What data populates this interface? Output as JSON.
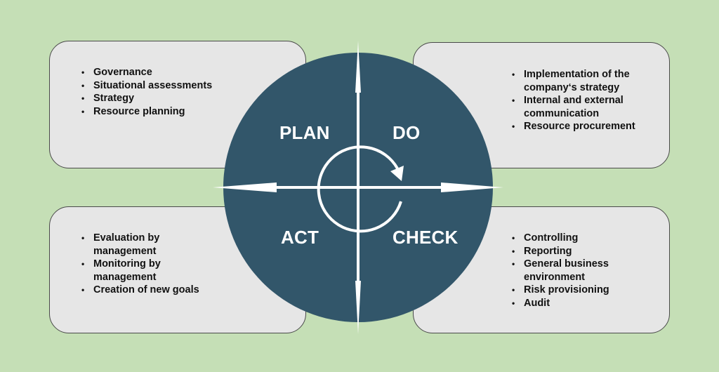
{
  "diagram": {
    "type": "PDCA cycle",
    "colors": {
      "background": "#c5dfb6",
      "circle": "#32566a",
      "box_fill": "#e6e6e6",
      "box_border": "#4a4a4a",
      "arrows": "#ffffff",
      "text": "#111111"
    },
    "phases": {
      "plan": {
        "label": "PLAN",
        "items": [
          "Governance",
          "Situational assessments",
          "Strategy",
          "Resource planning"
        ]
      },
      "do": {
        "label": "DO",
        "items": [
          "Implementation of the company‘s strategy",
          "Internal and external communication",
          "Resource procurement"
        ]
      },
      "check": {
        "label": "CHECK",
        "items": [
          "Controlling",
          "Reporting",
          "General business environment",
          "Risk provisioning",
          "Audit"
        ]
      },
      "act": {
        "label": "ACT",
        "items": [
          "Evaluation by management",
          "Monitoring by management",
          "Creation of new goals"
        ]
      }
    }
  }
}
